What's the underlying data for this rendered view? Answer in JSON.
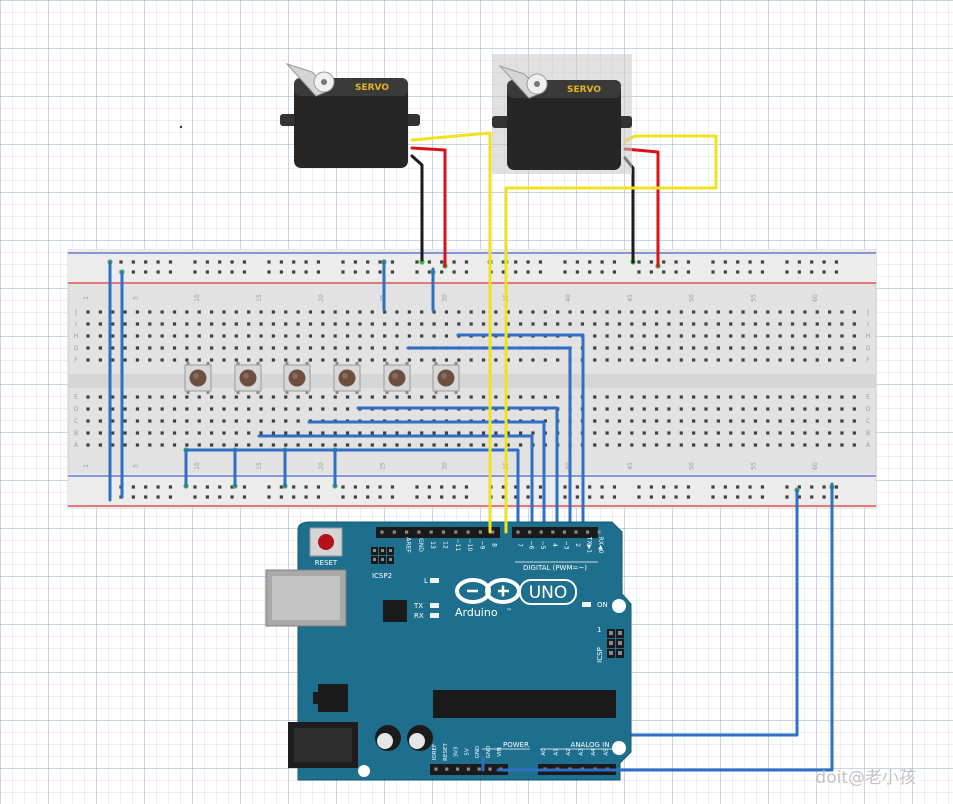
{
  "servos": [
    {
      "label": "SERVO"
    },
    {
      "label": "SERVO"
    }
  ],
  "breadboard": {
    "column_numbers": [
      "1",
      "5",
      "10",
      "15",
      "20",
      "25",
      "30",
      "35",
      "40",
      "45",
      "50",
      "55",
      "60"
    ],
    "row_letters_top": [
      "J",
      "I",
      "H",
      "G",
      "F"
    ],
    "row_letters_bottom": [
      "E",
      "D",
      "C",
      "B",
      "A"
    ]
  },
  "arduino": {
    "logo_text": "Arduino",
    "tm": "™",
    "model": "UNO",
    "reset_label": "RESET",
    "icsp2_label": "ICSP2",
    "icsp_label": "ICSP",
    "digital_label": "DIGITAL (PWM=~)",
    "led_l": "L",
    "led_tx": "TX",
    "led_rx": "RX",
    "on_label": "ON",
    "top_headers": [
      "AREF",
      "GND",
      "13",
      "12",
      "~11",
      "~10",
      "~9",
      "8",
      "7",
      "~6",
      "~5",
      "4",
      "~3",
      "2",
      "TX▶1",
      "RX◀0"
    ],
    "power_label": "POWER",
    "analog_label": "ANALOG IN",
    "bottom_headers": [
      "IOREF",
      "RESET",
      "3V3",
      "5V",
      "GND",
      "GND",
      "VIN",
      "A0",
      "A1",
      "A2",
      "A3",
      "A4",
      "A5"
    ],
    "icsp_pin": "1"
  },
  "watermark": "doit@老小孩",
  "colors": {
    "wire_blue": "#2f6fc4",
    "wire_yellow": "#f2e21e",
    "wire_red": "#d9121a",
    "wire_black": "#1c1c1c",
    "board_teal": "#1e6f8e",
    "servo_body": "#262626",
    "servo_label": "#e6b422",
    "rail_red": "#d9323a",
    "rail_blue": "#4a63c8"
  }
}
